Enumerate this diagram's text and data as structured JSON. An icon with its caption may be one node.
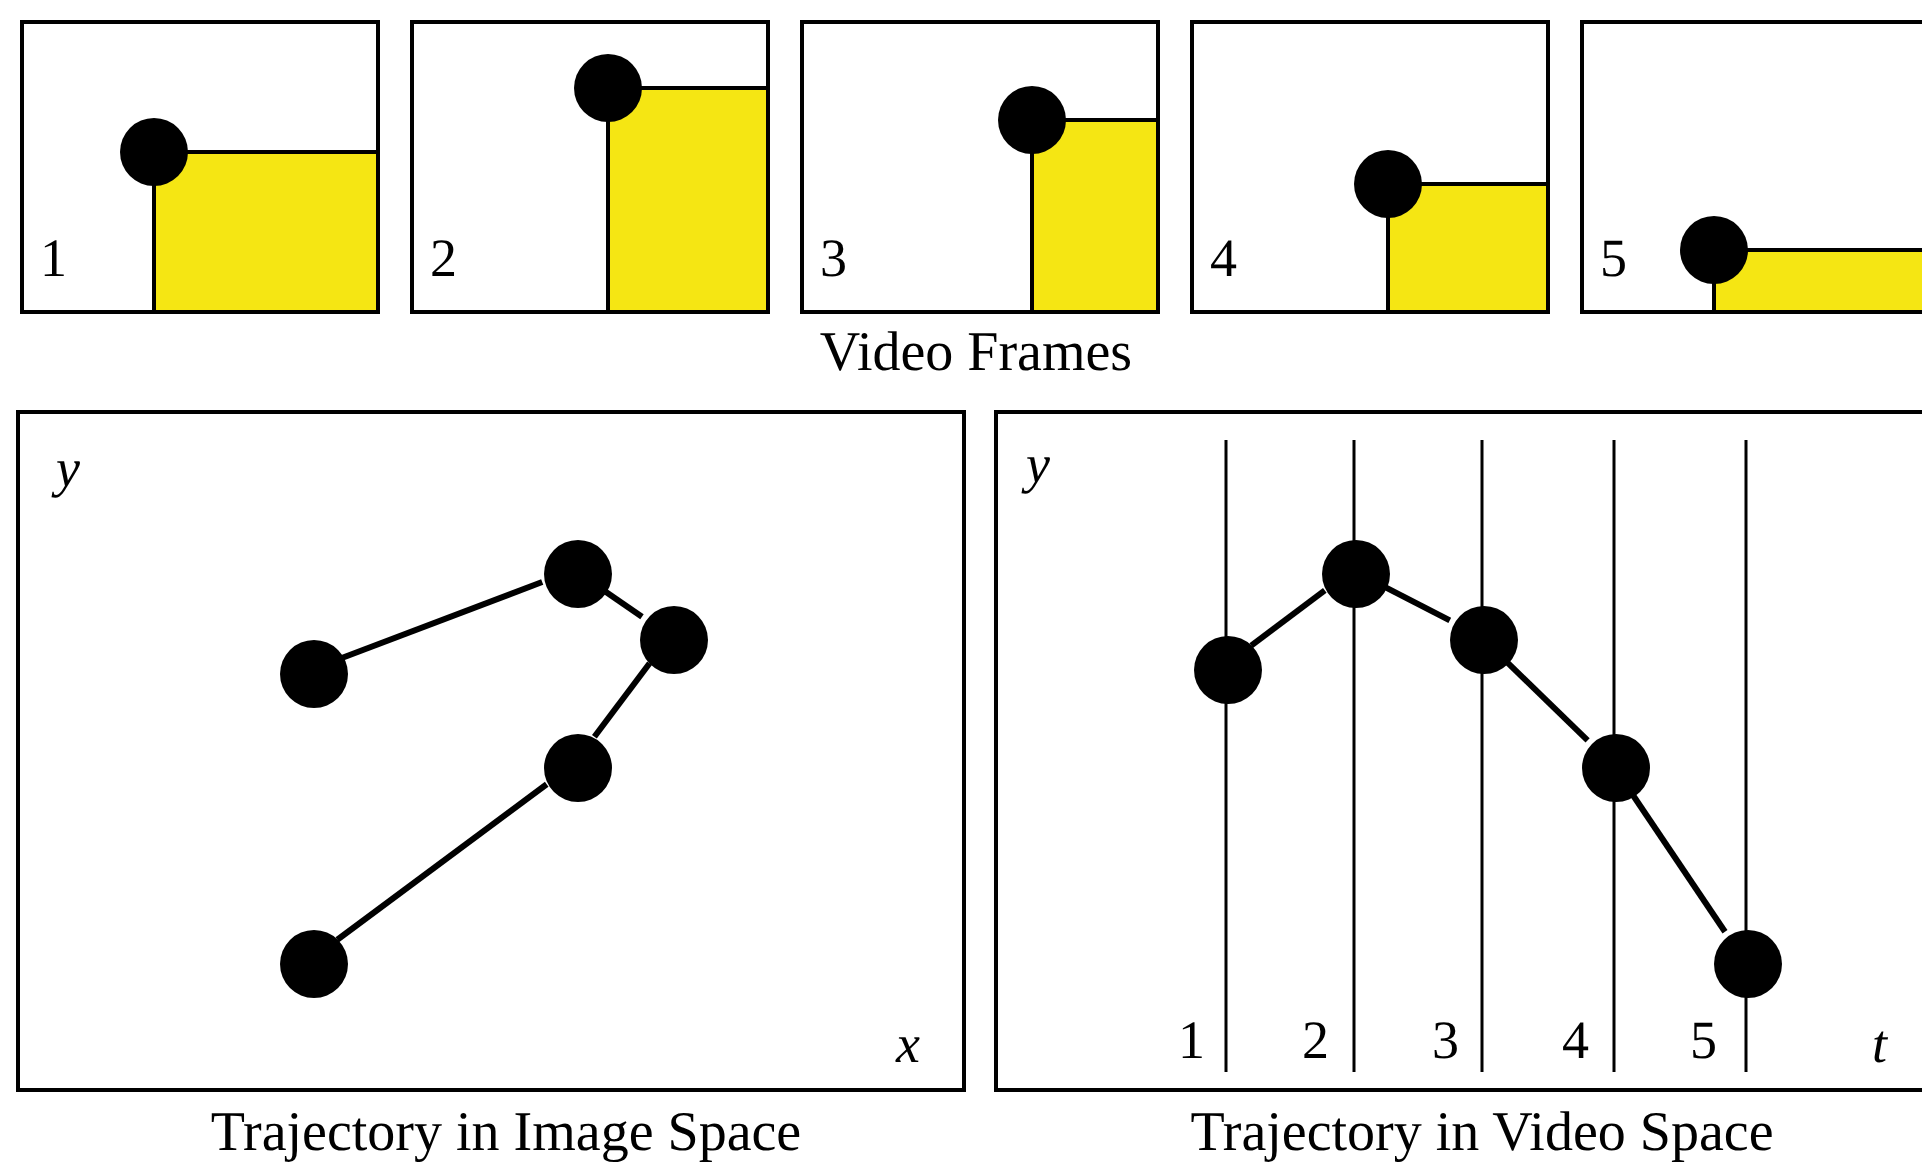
{
  "diagram": {
    "nodes": [
      {
        "text": [
          "1"
        ]
      },
      {
        "text": [
          "2"
        ]
      },
      {
        "text": [
          "3"
        ]
      },
      {
        "text": [
          "4"
        ]
      },
      {
        "text": [
          "5"
        ]
      },
      {
        "text": [
          "y",
          "x"
        ],
        "beside": [
          "Trajectory in Image Space"
        ]
      },
      {
        "text": [],
        "shape": "circle",
        "in": 5
      },
      {
        "text": [],
        "shape": "circle",
        "in": 5
      },
      {
        "text": [],
        "shape": "circle",
        "in": 5
      },
      {
        "text": [],
        "shape": "circle",
        "in": 5
      },
      {
        "text": [],
        "shape": "circle",
        "in": 5
      },
      {
        "text": [
          "y",
          "1",
          "2",
          "3",
          "4",
          "5",
          "t"
        ],
        "beside": [
          "Trajectory in Video Space"
        ]
      },
      {
        "text": [],
        "shape": "circle",
        "in": 11
      },
      {
        "text": [],
        "shape": "circle",
        "in": 11
      },
      {
        "text": [],
        "shape": "circle",
        "in": 11
      },
      {
        "text": [],
        "shape": "circle",
        "in": 11
      },
      {
        "text": [],
        "shape": "circle",
        "in": 11
      }
    ],
    "edges": [
      {
        "from": 6,
        "to": 7,
        "arrow": "none"
      },
      {
        "from": 7,
        "to": 8,
        "arrow": "none"
      },
      {
        "from": 8,
        "to": 9,
        "arrow": "none"
      },
      {
        "from": 9,
        "to": 10,
        "arrow": "none"
      },
      {
        "from": 12,
        "to": 13,
        "arrow": "none"
      },
      {
        "from": 13,
        "to": 14,
        "arrow": "none"
      },
      {
        "from": 14,
        "to": 15,
        "arrow": "none"
      },
      {
        "from": 15,
        "to": 16,
        "arrow": "none"
      }
    ],
    "labels": [
      "Video Frames"
    ]
  }
}
